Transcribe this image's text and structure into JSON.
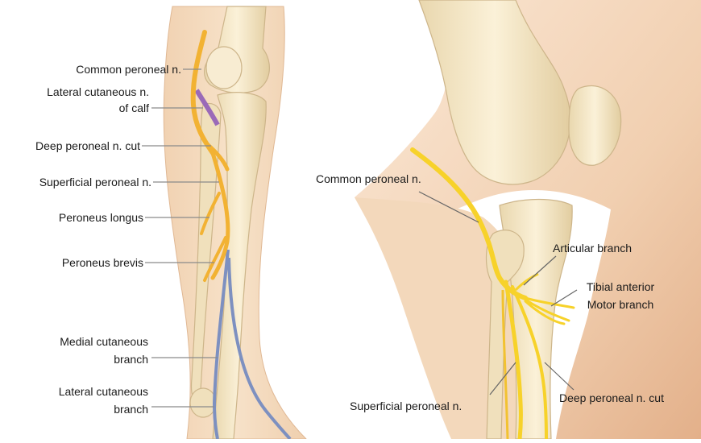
{
  "left_panel": {
    "labels": {
      "common_peroneal": "Common peroneal n.",
      "lateral_cutaneous_calf_1": "Lateral cutaneous n.",
      "lateral_cutaneous_calf_2": "of calf",
      "deep_peroneal_cut": "Deep peroneal n. cut",
      "superficial_peroneal": "Superficial peroneal n.",
      "peroneus_longus": "Peroneus longus",
      "peroneus_brevis": "Peroneus brevis",
      "medial_cutaneous_1": "Medial cutaneous",
      "medial_cutaneous_2": "branch",
      "lateral_cutaneous_branch_1": "Lateral cutaneous",
      "lateral_cutaneous_branch_2": "branch"
    }
  },
  "right_panel": {
    "labels": {
      "common_peroneal": "Common peroneal n.",
      "articular_branch": "Articular branch",
      "tibial_anterior_1": "Tibial anterior",
      "tibial_anterior_2": "Motor branch",
      "superficial_peroneal": "Superficial peroneal n.",
      "deep_peroneal_cut": "Deep peroneal n. cut"
    }
  },
  "colors": {
    "skin": "#f6dcc0",
    "bone": "#f3e7c9",
    "nerve": "#f2b233",
    "nerve_bright": "#f7d22a",
    "purple_nerve": "#9a6ab8",
    "blue_nerve": "#7d90c0"
  }
}
